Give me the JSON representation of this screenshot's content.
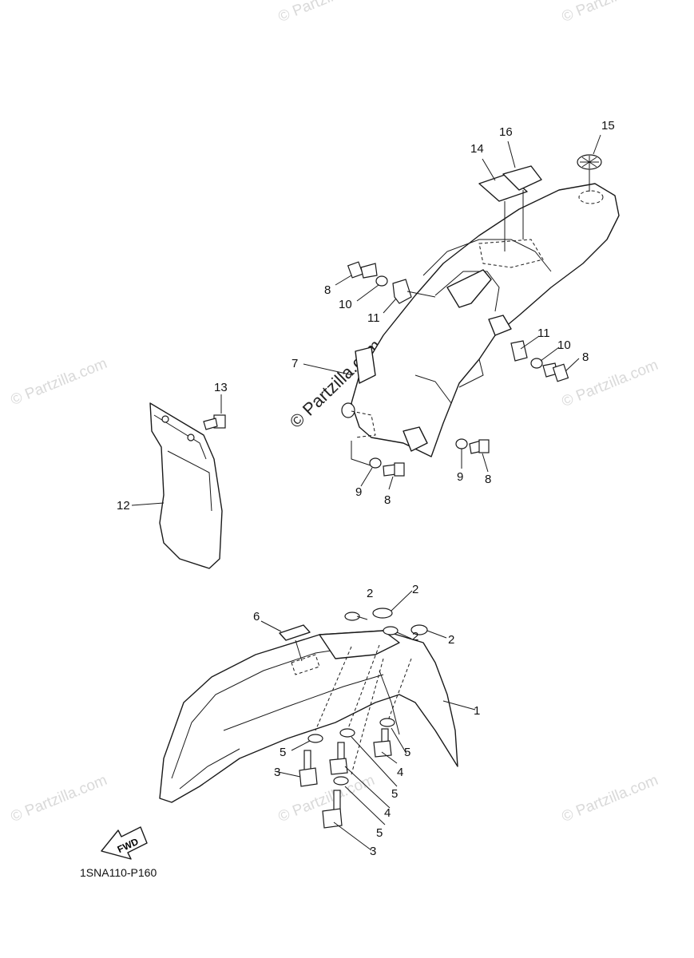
{
  "diagram": {
    "code": "1SNA110-P160",
    "watermark": "© Partzilla.com",
    "fwd_label": "FWD",
    "callouts": {
      "c1": "1",
      "c2a": "2",
      "c2b": "2",
      "c2c": "2",
      "c2d": "2",
      "c3a": "3",
      "c3b": "3",
      "c4a": "4",
      "c4b": "4",
      "c5a": "5",
      "c5b": "5",
      "c5c": "5",
      "c5d": "5",
      "c6": "6",
      "c7": "7",
      "c8a": "8",
      "c8b": "8",
      "c8c": "8",
      "c8d": "8",
      "c9a": "9",
      "c9b": "9",
      "c10a": "10",
      "c10b": "10",
      "c11a": "11",
      "c11b": "11",
      "c12": "12",
      "c13": "13",
      "c14": "14",
      "c15": "15",
      "c16": "16"
    }
  }
}
